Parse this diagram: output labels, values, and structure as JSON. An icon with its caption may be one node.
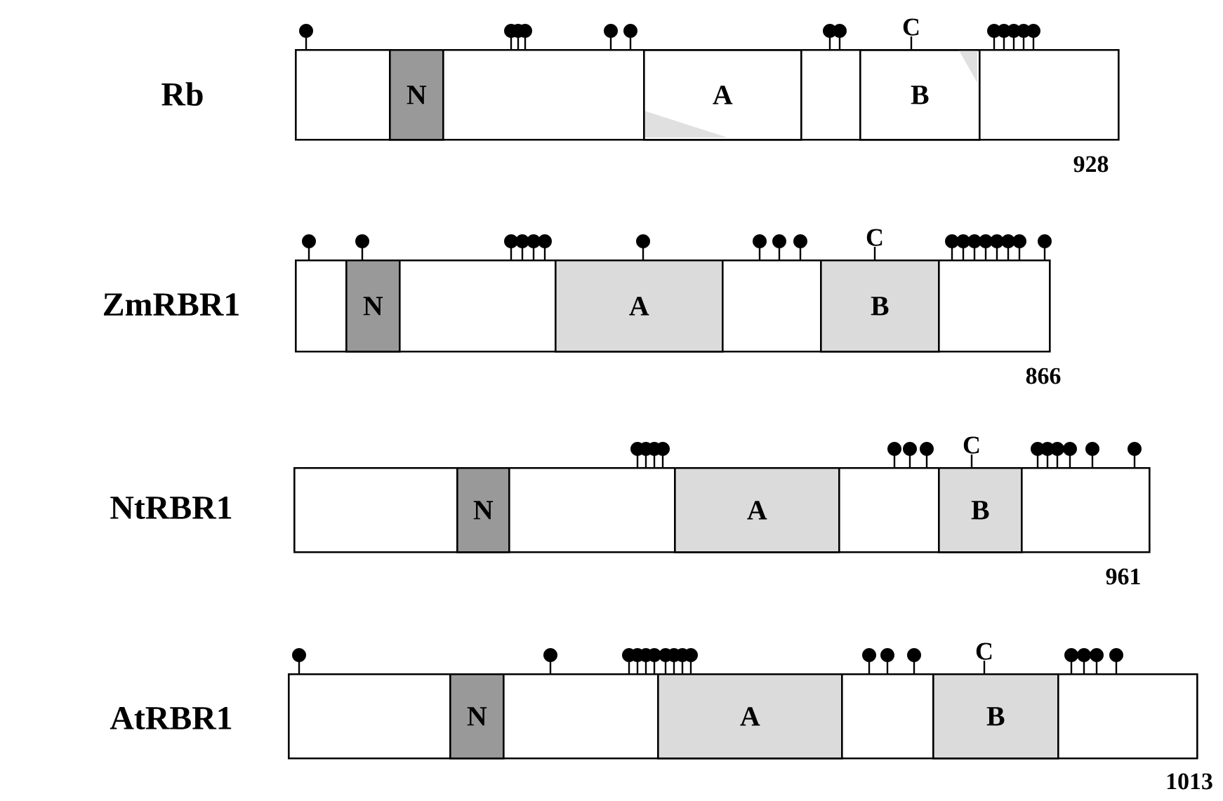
{
  "diagram": {
    "nodes": [
      {
        "text": [],
        "shape": "bar",
        "beside": [
          "Rb",
          "928"
        ]
      },
      {
        "text": [
          "N"
        ],
        "in": 0
      },
      {
        "text": [
          "A"
        ],
        "in": 0
      },
      {
        "text": [
          "B"
        ],
        "in": 0,
        "beside": [
          "C"
        ]
      },
      {
        "text": [],
        "shape": "bar",
        "beside": [
          "ZmRBR1",
          "866"
        ]
      },
      {
        "text": [
          "N"
        ],
        "in": 4
      },
      {
        "text": [
          "A"
        ],
        "in": 4
      },
      {
        "text": [
          "B"
        ],
        "in": 4,
        "beside": [
          "C"
        ]
      },
      {
        "text": [],
        "shape": "bar",
        "beside": [
          "NtRBR1",
          "961"
        ]
      },
      {
        "text": [
          "N"
        ],
        "in": 8
      },
      {
        "text": [
          "A"
        ],
        "in": 8
      },
      {
        "text": [
          "B"
        ],
        "in": 8,
        "beside": [
          "C"
        ]
      },
      {
        "text": [],
        "shape": "bar",
        "beside": [
          "AtRBR1",
          "1013"
        ]
      },
      {
        "text": [
          "N"
        ],
        "in": 12
      },
      {
        "text": [
          "A"
        ],
        "in": 12
      },
      {
        "text": [
          "B"
        ],
        "in": 12,
        "beside": [
          "C"
        ]
      }
    ]
  }
}
